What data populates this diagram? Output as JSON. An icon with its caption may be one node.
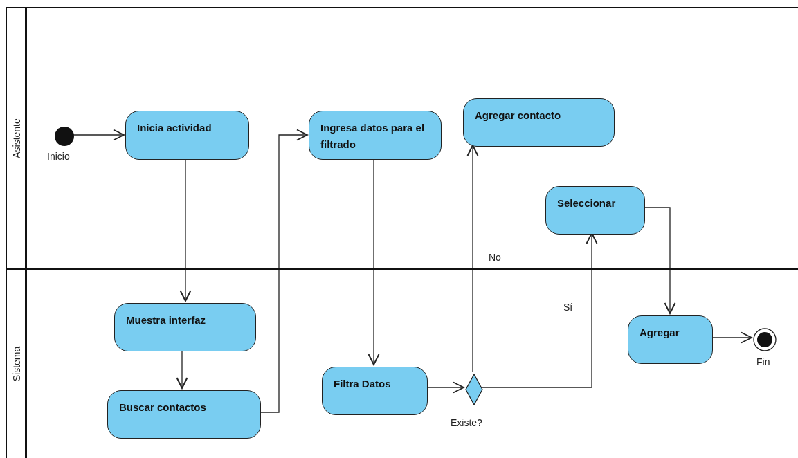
{
  "diagram": {
    "nodes": [
      {
        "text": [
          "Asistente"
        ]
      },
      {
        "text": [
          "Sistema"
        ]
      },
      {
        "text": [],
        "shape": "circle",
        "in": 0,
        "beside": [
          "Inicio"
        ]
      },
      {
        "text": [
          "Inicia actividad"
        ],
        "in": 0
      },
      {
        "text": [
          "Ingresa datos para el filtrado"
        ],
        "in": 0
      },
      {
        "text": [
          "Agregar contacto"
        ],
        "in": 0
      },
      {
        "text": [
          "Seleccionar"
        ],
        "in": 0
      },
      {
        "text": [
          "Muestra interfaz"
        ],
        "in": 1
      },
      {
        "text": [
          "Buscar contactos"
        ],
        "in": 1
      },
      {
        "text": [
          "Filtra Datos"
        ],
        "in": 1
      },
      {
        "text": [],
        "shape": "diamond",
        "in": 1,
        "beside": [
          "Existe?"
        ]
      },
      {
        "text": [
          "Agregar"
        ],
        "in": 1
      },
      {
        "text": [],
        "shape": "circle",
        "in": 1,
        "beside": [
          "Fin"
        ]
      }
    ],
    "edges": [
      {
        "from": 2,
        "to": 3,
        "arrow": "to"
      },
      {
        "from": 3,
        "to": 7,
        "arrow": "to"
      },
      {
        "from": 7,
        "to": 8,
        "arrow": "to"
      },
      {
        "from": 8,
        "to": 4,
        "arrow": "to"
      },
      {
        "from": 4,
        "to": 9,
        "arrow": "to"
      },
      {
        "from": 9,
        "to": 10,
        "arrow": "to"
      },
      {
        "from": 10,
        "to": 5,
        "arrow": "to",
        "label": "No"
      },
      {
        "from": 10,
        "to": 6,
        "arrow": "to",
        "label": "Sí"
      },
      {
        "from": 6,
        "to": 11,
        "arrow": "to"
      },
      {
        "from": 11,
        "to": 12,
        "arrow": "to"
      }
    ]
  }
}
